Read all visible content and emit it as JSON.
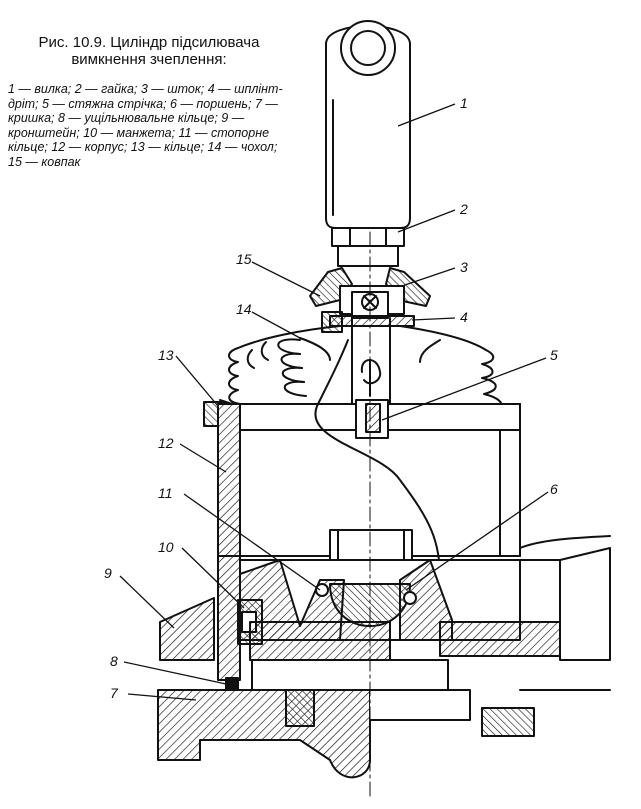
{
  "figure": {
    "caption_title": "Рис. 10.9. Циліндр підсилювача вимкнення зчеплення:",
    "caption_legend": "1 — вилка; 2 — гайка; 3 — шток; 4 — шплінт-дріт; 5 — стяжна стрічка; 6 — поршень; 7 — кришка; 8 — ущільнювальне кільце; 9 — кронштейн; 10 — манжета; 11 — стопорне кільце; 12 — корпус; 13 — кільце; 14 — чохол; 15 — ковпак",
    "callouts": [
      "1",
      "2",
      "3",
      "4",
      "5",
      "6",
      "7",
      "8",
      "9",
      "10",
      "11",
      "12",
      "13",
      "14",
      "15"
    ]
  }
}
